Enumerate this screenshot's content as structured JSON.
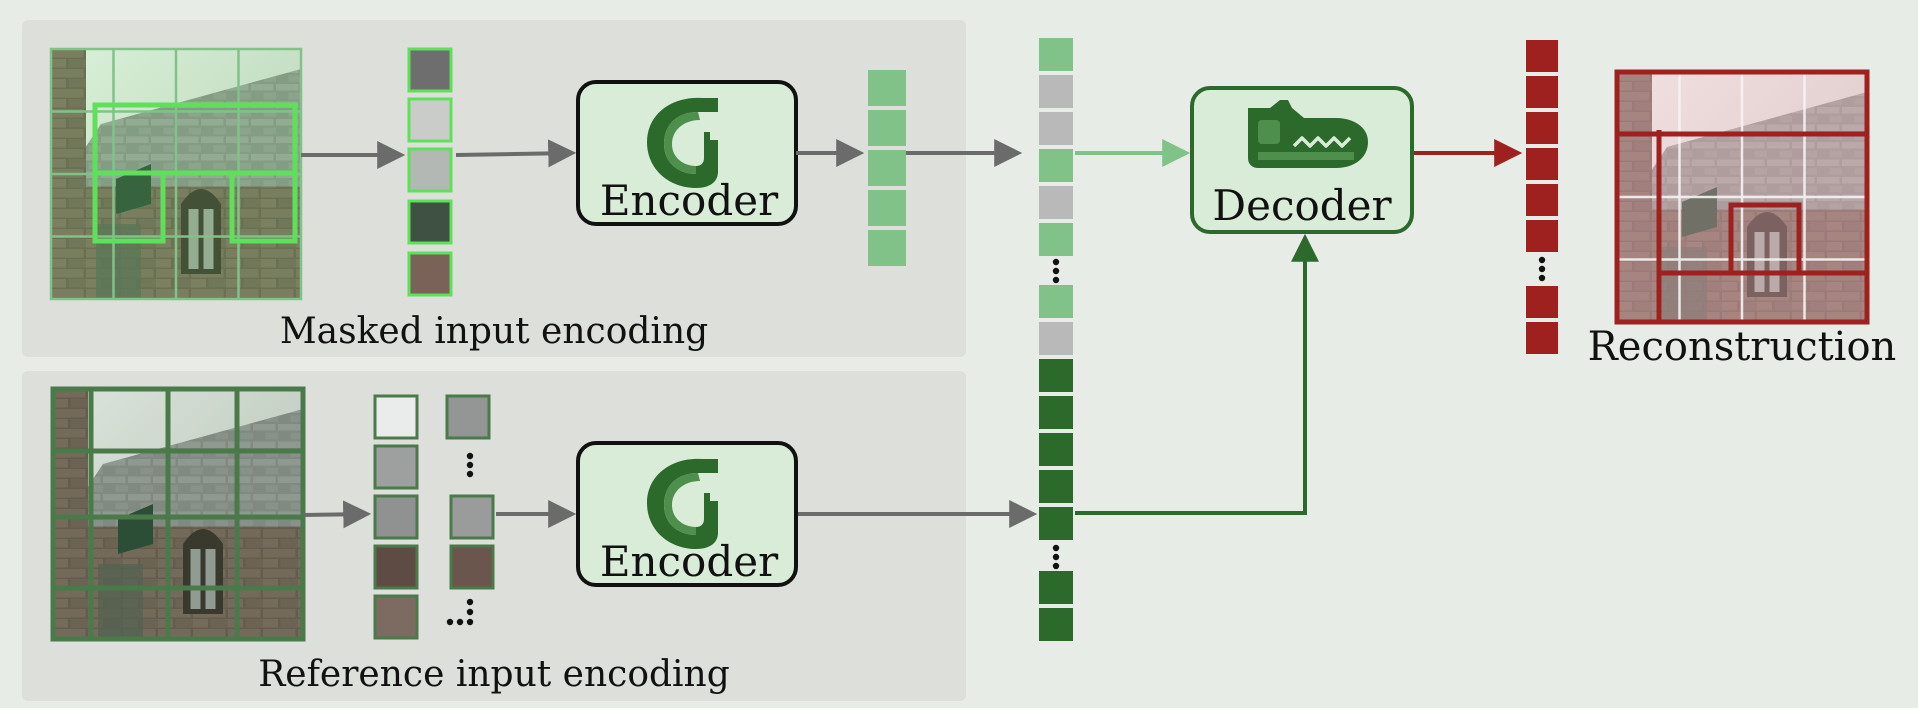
{
  "panels": {
    "masked_title": "Masked input encoding",
    "reference_title": "Reference input encoding"
  },
  "modules": {
    "encoder_top": "Encoder",
    "encoder_bottom": "Encoder",
    "decoder": "Decoder"
  },
  "output": {
    "title": "Reconstruction"
  },
  "colors": {
    "background": "#e8ece6",
    "panel": "#dcdfda",
    "light_green": "#80c288",
    "dark_green": "#2c6a2c",
    "gray_token": "#b9b9b9",
    "red": "#9e2120",
    "mask_outline": "#5fe05a",
    "module_fill": "#d9ecd8",
    "arrow_gray": "#6b6b6b"
  },
  "icons": {
    "encoder": "crocodile-head-icon",
    "decoder": "crocodile-jaw-icon",
    "ellipsis": "vertical-ellipsis-icon"
  }
}
